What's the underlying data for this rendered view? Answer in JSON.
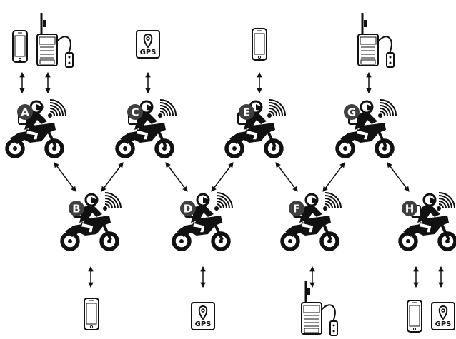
{
  "diagram": {
    "riders": [
      {
        "label": "A"
      },
      {
        "label": "B"
      },
      {
        "label": "C"
      },
      {
        "label": "D"
      },
      {
        "label": "E"
      },
      {
        "label": "F"
      },
      {
        "label": "G"
      },
      {
        "label": "H"
      }
    ],
    "devices": [
      {
        "type": "smartphone",
        "attached_to": "A"
      },
      {
        "type": "two-way-radio",
        "attached_to": "A"
      },
      {
        "type": "gps",
        "attached_to": "C",
        "label": "GPS"
      },
      {
        "type": "smartphone",
        "attached_to": "E"
      },
      {
        "type": "two-way-radio",
        "attached_to": "G"
      },
      {
        "type": "smartphone",
        "attached_to": "B"
      },
      {
        "type": "gps",
        "attached_to": "D",
        "label": "GPS"
      },
      {
        "type": "two-way-radio",
        "attached_to": "F"
      },
      {
        "type": "smartphone",
        "attached_to": "H"
      },
      {
        "type": "gps",
        "attached_to": "H",
        "label": "GPS"
      }
    ],
    "chain_links": [
      [
        "A",
        "B"
      ],
      [
        "B",
        "C"
      ],
      [
        "C",
        "D"
      ],
      [
        "D",
        "E"
      ],
      [
        "E",
        "F"
      ],
      [
        "F",
        "G"
      ],
      [
        "G",
        "H"
      ]
    ],
    "colors": {
      "ink": "#111111",
      "badge": "#3f3f3f",
      "badge_text": "#ffffff",
      "background": "#ffffff"
    }
  }
}
